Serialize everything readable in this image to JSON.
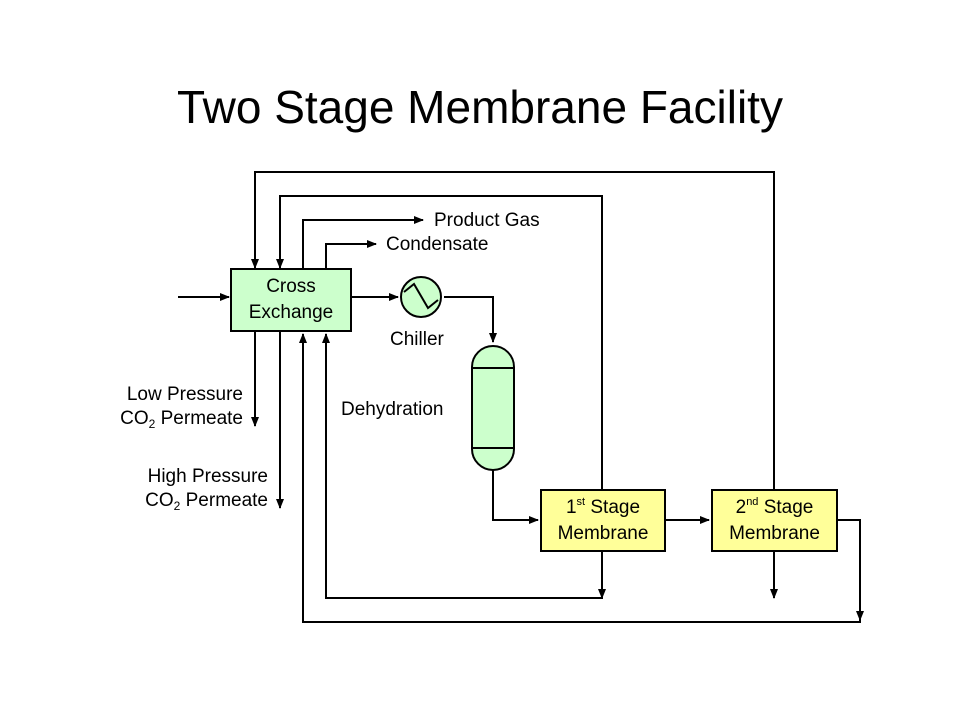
{
  "title": "Two Stage Membrane Facility",
  "colors": {
    "exchanger_fill": "#ccffcc",
    "vessel_fill": "#ccffcc",
    "membrane_fill": "#ffff99",
    "line": "#000000"
  },
  "nodes": {
    "cross_exchange": {
      "line1": "Cross",
      "line2": "Exchange"
    },
    "stage1": {
      "num": "1",
      "sup": "st",
      "word": " Stage",
      "line2": "Membrane"
    },
    "stage2": {
      "num": "2",
      "sup": "nd",
      "word": " Stage",
      "line2": "Membrane"
    }
  },
  "labels": {
    "product_gas": "Product Gas",
    "condensate": "Condensate",
    "chiller": "Chiller",
    "dehydration": "Dehydration",
    "low_pressure": {
      "line1": "Low Pressure",
      "co": "CO",
      "sub": "2",
      "rest": " Permeate"
    },
    "high_pressure": {
      "line1": "High Pressure",
      "co": "CO",
      "sub": "2",
      "rest": " Permeate"
    }
  },
  "icons": {
    "chiller": "heat-exchanger-icon",
    "dehydration": "vessel-icon",
    "arrow": "arrowhead-icon"
  }
}
